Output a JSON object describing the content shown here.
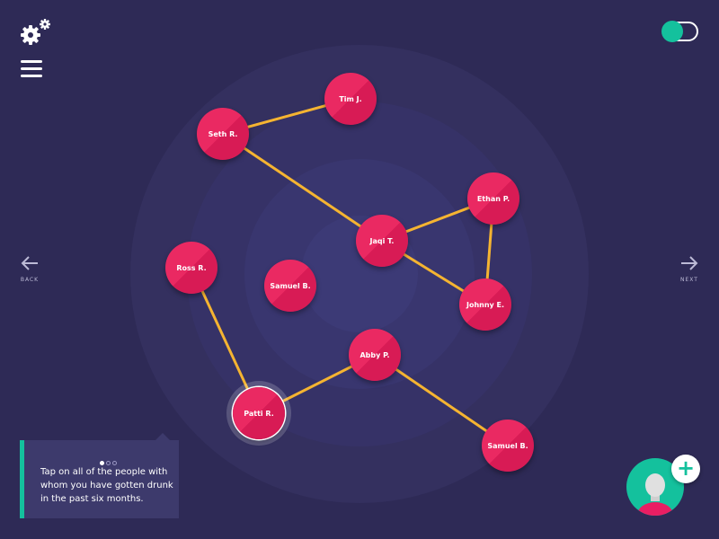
{
  "header": {
    "settings_icon": "gears-icon",
    "menu_icon": "hamburger-icon"
  },
  "toggle": {
    "on": true,
    "accent": "#14c19d"
  },
  "nav": {
    "back_label": "BACK",
    "next_label": "NEXT"
  },
  "people": [
    {
      "id": "tim",
      "name": "Tim J."
    },
    {
      "id": "seth",
      "name": "Seth R."
    },
    {
      "id": "ethan",
      "name": "Ethan P."
    },
    {
      "id": "jaqi",
      "name": "Jaqi T."
    },
    {
      "id": "ross",
      "name": "Ross R."
    },
    {
      "id": "samuel1",
      "name": "Samuel B."
    },
    {
      "id": "johnny",
      "name": "Johnny E."
    },
    {
      "id": "abby",
      "name": "Abby P."
    },
    {
      "id": "patti",
      "name": "Patti R.",
      "selected": true
    },
    {
      "id": "samuel2",
      "name": "Samuel B."
    }
  ],
  "connections": [
    [
      "seth",
      "tim"
    ],
    [
      "seth",
      "jaqi"
    ],
    [
      "jaqi",
      "ethan"
    ],
    [
      "jaqi",
      "johnny"
    ],
    [
      "ethan",
      "johnny"
    ],
    [
      "ross",
      "patti"
    ],
    [
      "patti",
      "abby"
    ],
    [
      "abby",
      "samuel2"
    ]
  ],
  "hint": {
    "text": "Tap on all of the people with whom you have gotten drunk in the past six months.",
    "page": 1,
    "pages": 3
  },
  "colors": {
    "background": "#2e2a56",
    "node": "#ea2962",
    "edge": "#f5b431",
    "accent": "#14c19d"
  }
}
